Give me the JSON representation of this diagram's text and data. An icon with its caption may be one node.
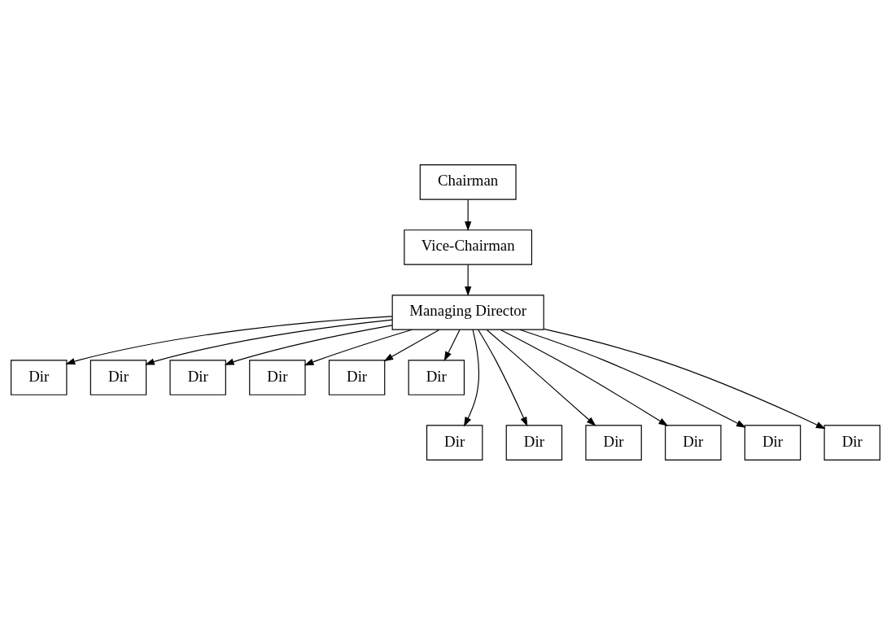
{
  "diagram": {
    "nodes": [
      {
        "text": [
          "Chairman"
        ]
      },
      {
        "text": [
          "Vice-Chairman"
        ]
      },
      {
        "text": [
          "Managing Director"
        ]
      },
      {
        "text": [
          "Dir"
        ]
      },
      {
        "text": [
          "Dir"
        ]
      },
      {
        "text": [
          "Dir"
        ]
      },
      {
        "text": [
          "Dir"
        ]
      },
      {
        "text": [
          "Dir"
        ]
      },
      {
        "text": [
          "Dir"
        ]
      },
      {
        "text": [
          "Dir"
        ]
      },
      {
        "text": [
          "Dir"
        ]
      },
      {
        "text": [
          "Dir"
        ]
      },
      {
        "text": [
          "Dir"
        ]
      },
      {
        "text": [
          "Dir"
        ]
      },
      {
        "text": [
          "Dir"
        ]
      }
    ],
    "edges": [
      {
        "from": 0,
        "to": 1,
        "arrow": "to"
      },
      {
        "from": 1,
        "to": 2,
        "arrow": "to"
      },
      {
        "from": 2,
        "to": 3,
        "arrow": "to"
      },
      {
        "from": 2,
        "to": 4,
        "arrow": "to"
      },
      {
        "from": 2,
        "to": 5,
        "arrow": "to"
      },
      {
        "from": 2,
        "to": 6,
        "arrow": "to"
      },
      {
        "from": 2,
        "to": 7,
        "arrow": "to"
      },
      {
        "from": 2,
        "to": 8,
        "arrow": "to"
      },
      {
        "from": 2,
        "to": 9,
        "arrow": "to"
      },
      {
        "from": 2,
        "to": 10,
        "arrow": "to"
      },
      {
        "from": 2,
        "to": 11,
        "arrow": "to"
      },
      {
        "from": 2,
        "to": 12,
        "arrow": "to"
      },
      {
        "from": 2,
        "to": 13,
        "arrow": "to"
      },
      {
        "from": 2,
        "to": 14,
        "arrow": "to"
      }
    ]
  }
}
